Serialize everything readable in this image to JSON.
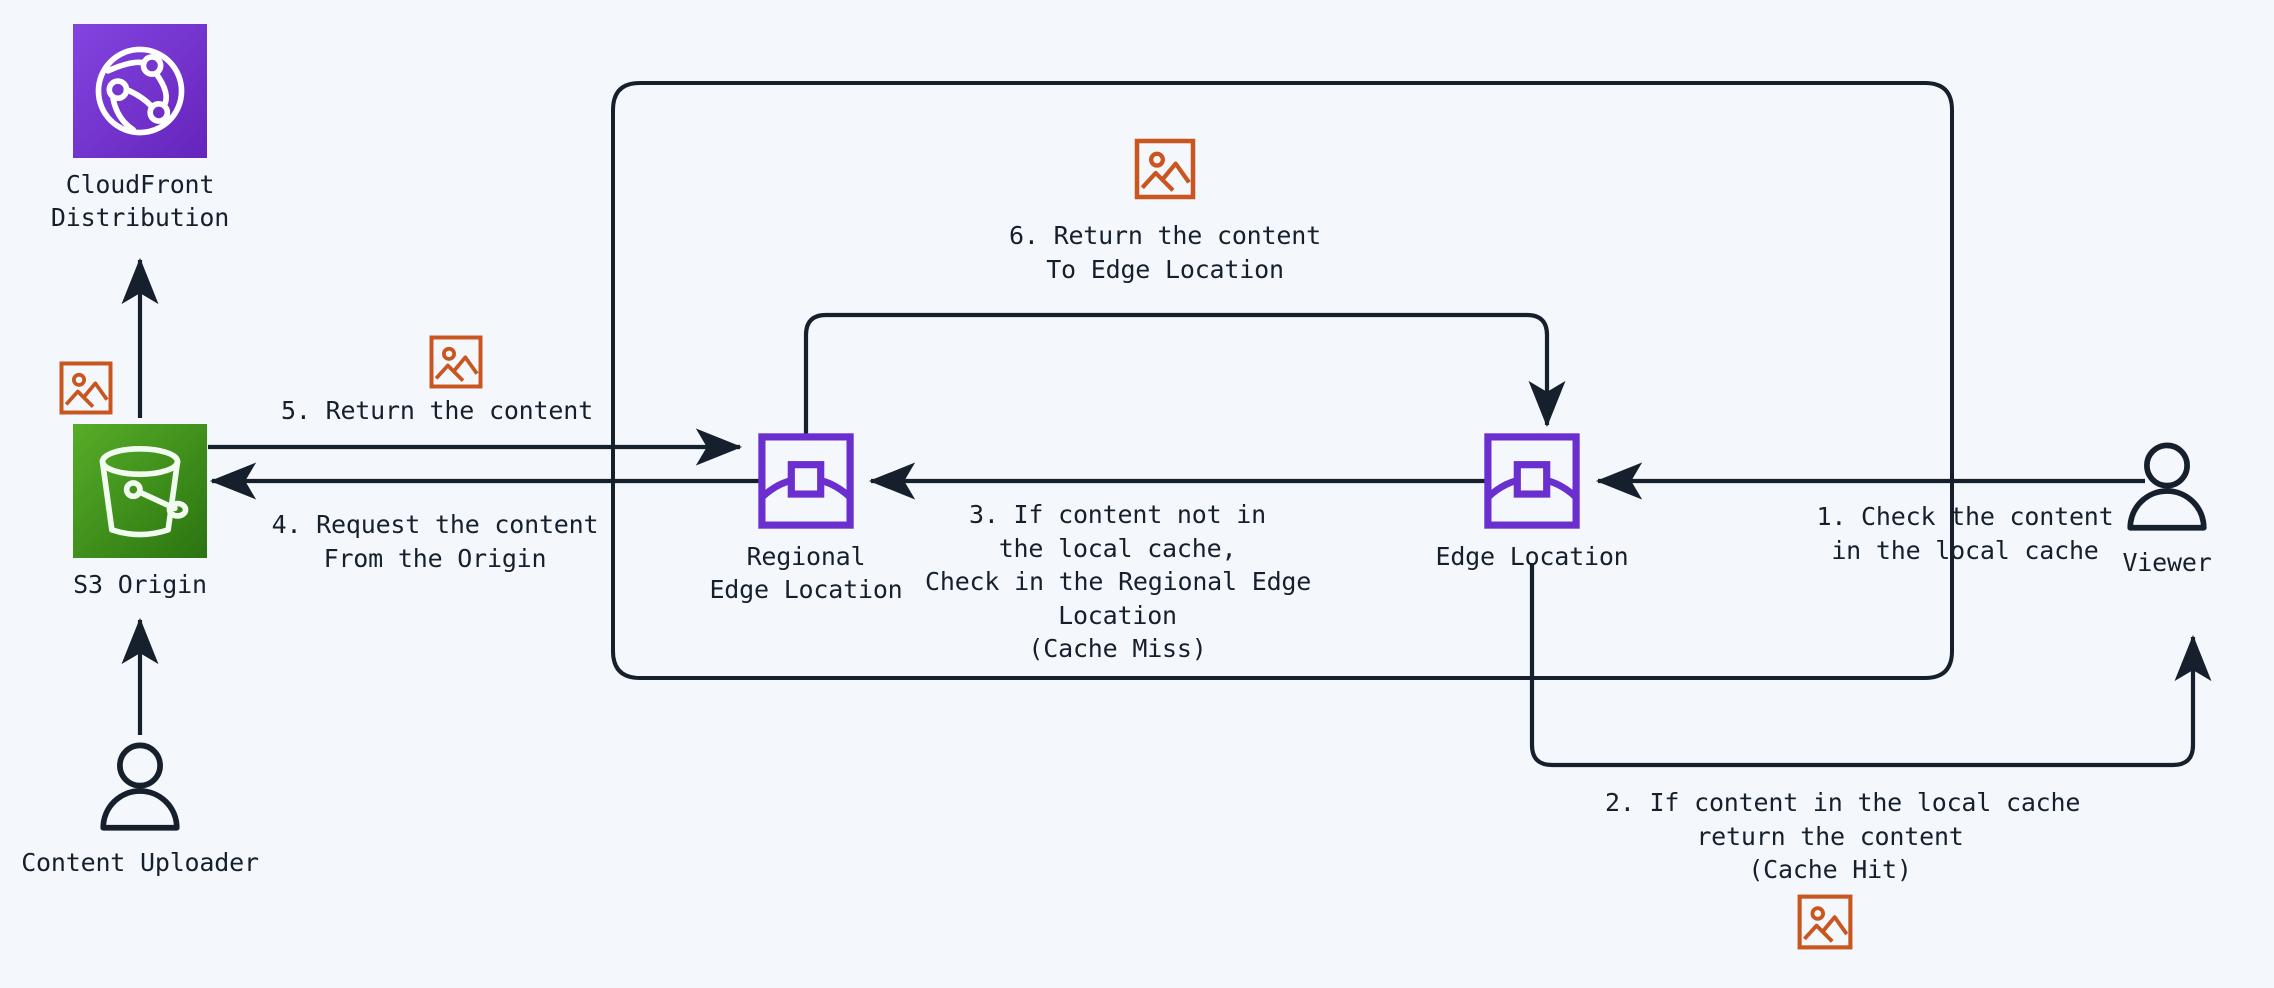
{
  "diagram": {
    "title": "Amazon CloudFront content delivery flow",
    "background_color": "#f4f8fd",
    "accent_colors": {
      "cloudfront_purple": "#7c3fd4",
      "s3_green": "#4fa823",
      "edge_purple": "#6b2fd0",
      "image_icon_orange": "#c9551f",
      "line_black": "#16202c"
    }
  },
  "nodes": {
    "cloudfront": {
      "label": "CloudFront\nDistribution",
      "icon": "cloudfront-globe-icon"
    },
    "s3": {
      "label": "S3 Origin",
      "icon": "s3-bucket-icon"
    },
    "content_uploader": {
      "label": "Content Uploader",
      "icon": "person-icon"
    },
    "regional_edge": {
      "label": "Regional\nEdge Location",
      "icon": "edge-location-icon"
    },
    "edge": {
      "label": "Edge Location",
      "icon": "edge-location-icon"
    },
    "viewer": {
      "label": "Viewer",
      "icon": "person-icon"
    }
  },
  "steps": {
    "step1": "1. Check the content\nin the local cache",
    "step2": "2. If content in the local cache\nreturn the content\n(Cache Hit)",
    "step3": "3. If content not in\nthe local cache,\nCheck in the Regional Edge\nLocation\n(Cache Miss)",
    "step4": "4. Request the content\nFrom the Origin",
    "step5": "5. Return the content",
    "step6": "6. Return the content\nTo Edge Location"
  },
  "icons": {
    "image_top": "image-icon",
    "image_left_upper": "image-icon",
    "image_left_lower": "image-icon",
    "image_bottom": "image-icon"
  }
}
